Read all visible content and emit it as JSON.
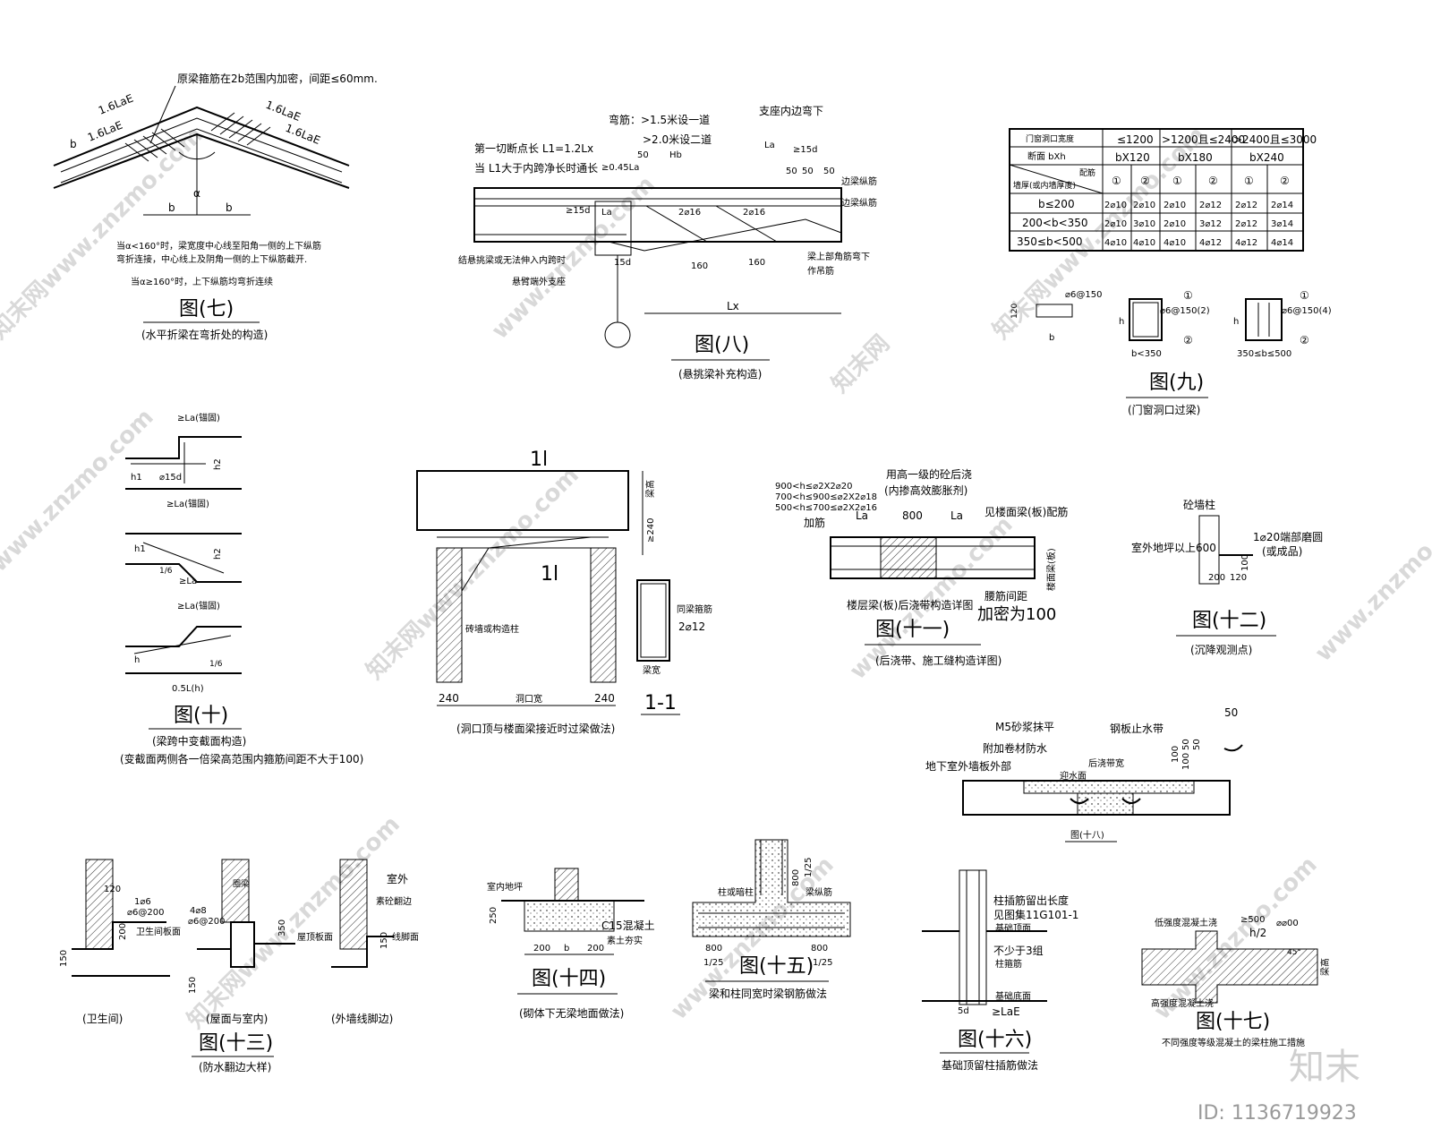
{
  "fig7": {
    "note_top": "原梁箍筋在2b范围内加密，间距≤60mm.",
    "dim_1": "1.6LaE",
    "dim_2": "1.6LaE",
    "dim_3": "1.6LaE",
    "dim_4": "1.6LaE",
    "b_left": "b",
    "b1": "b",
    "b2": "b",
    "alpha": "α",
    "note_1": "当α<160°时，梁宽度中心线至阳角一侧的上下纵筋",
    "note_2": "弯折连接，中心线上及阴角一侧的上下纵筋截开.",
    "note_3": "当α≥160°时，上下纵筋均弯折连续",
    "title": "图(七)",
    "caption": "(水平折梁在弯折处的构造)"
  },
  "fig8": {
    "t1": "弯筋：>1.5米设一道",
    "t2": ">2.0米设二道",
    "t3": "支座内边弯下",
    "t4": "第一切断点长 L1=1.2Lx",
    "t5": "当 L1大于内跨净长时通长",
    "t6": "≥0.45La",
    "t7": "50",
    "t8": "Hb",
    "t9": "La",
    "t10": "≥15d",
    "t11": "50",
    "t12": "50",
    "t13": "50",
    "t14": "边梁纵筋",
    "t15": "边梁纵筋",
    "t16": "2⌀16",
    "t17": "2⌀16",
    "t18": "结悬挑梁或无法伸入内跨时",
    "t19": "悬臂端外支座",
    "t20": "15d",
    "t21": "160",
    "t22": "160",
    "t23": "梁上部角筋弯下",
    "t24": "作吊筋",
    "t25": "Lx",
    "t26": "≥15d",
    "t27": "La",
    "title": "图(八)",
    "caption": "(悬挑梁补充构造)"
  },
  "fig9": {
    "h_c1": "门窗洞口宽度",
    "h_c2": "≤1200",
    "h_c3": ">1200且≤2400",
    "h_c4": ">2400且≤3000",
    "r1_c1": "断面 bXh",
    "r1_c2": "bX120",
    "r1_c3": "bX180",
    "r1_c4": "bX240",
    "r2_c1a": "墙厚(或内墙厚度)",
    "r2_c1b": "配筋",
    "r2_c2": "①",
    "r2_c3": "②",
    "r2_c4": "①",
    "r2_c5": "②",
    "r2_c6": "①",
    "r2_c7": "②",
    "r3_c1": "b≤200",
    "r3_c2": "2⌀10",
    "r3_c3": "2⌀10",
    "r3_c4": "2⌀10",
    "r3_c5": "2⌀12",
    "r3_c6": "2⌀12",
    "r3_c7": "2⌀14",
    "r4_c1": "200<b<350",
    "r4_c2": "2⌀10",
    "r4_c3": "3⌀10",
    "r4_c4": "2⌀10",
    "r4_c5": "3⌀12",
    "r4_c6": "2⌀12",
    "r4_c7": "3⌀14",
    "r5_c1": "350≤b<500",
    "r5_c2": "4⌀10",
    "r5_c3": "4⌀10",
    "r5_c4": "4⌀10",
    "r5_c5": "4⌀12",
    "r5_c6": "4⌀12",
    "r5_c7": "4⌀14",
    "s1_a": "⌀6@150",
    "s1_b": "120",
    "s1_c": "b",
    "s2_a": "⌀6@150(2)",
    "s2_b": "h",
    "s2_c": "b<350",
    "s2_n1": "①",
    "s2_n2": "②",
    "s3_a": "⌀6@150(4)",
    "s3_b": "h",
    "s3_c": "350≤b≤500",
    "s3_n1": "①",
    "s3_n2": "②",
    "title": "图(九)",
    "caption": "(门窗洞口过梁)"
  },
  "fig10": {
    "a1": "≥La(锚固)",
    "a2": "h1",
    "a3": "⌀15d",
    "a4": "h2",
    "a5": "≥La(锚固)",
    "b1": "h1",
    "b2": "h2",
    "b3": "≥La",
    "b4": "1/6",
    "c1": "≥La(锚固)",
    "c2": "h",
    "c3": "0.5L(h)",
    "c4": "1/6",
    "title": "图(十)",
    "caption1": "(梁跨中变截面构造)",
    "caption2": "(变截面两侧各一倍梁高范围内箍筋间距不大于100)"
  },
  "figLintel": {
    "l1": "1l",
    "l2": "1l",
    "l3": "梁高",
    "l4": "≥240",
    "l5": "砖墙或构造柱",
    "l6": "同梁箍筋",
    "l7": "2⌀12",
    "l8": "梁宽",
    "l9": "240",
    "l10": "洞口宽",
    "l11": "240",
    "sec": "1-1",
    "caption": "(洞口顶与楼面梁接近时过梁做法)"
  },
  "fig11": {
    "t1": "900<h≤⌀2X2⌀20",
    "t2": "700<h≤900≤⌀2X2⌀18",
    "t3": "500<h≤700≤⌀2X2⌀16",
    "t4": "加筋",
    "t5": "用高一级的砼后浇",
    "t6": "(内掺高效膨胀剂)",
    "t7": "La",
    "t8": "800",
    "t9": "La",
    "t10": "见楼面梁(板)配筋",
    "t11": "楼面梁(板)",
    "t12": "楼层梁(板)后浇带构造详图",
    "t13": "腰筋间距",
    "t14": "加密为100",
    "title": "图(十一)",
    "caption": "(后浇带、施工缝构造详图)"
  },
  "fig12": {
    "t1": "砼墙柱",
    "t2": "1⌀20端部磨圆",
    "t3": "(或成品)",
    "t4": "室外地坪以上600",
    "t5": "200",
    "t6": "120",
    "t7": "100",
    "title": "图(十二)",
    "caption": "(沉降观测点)"
  },
  "fig18": {
    "t1": "M5砂浆抹平",
    "t2": "钢板止水带",
    "t3": "附加卷材防水",
    "t4": "地下室外墙板外部",
    "t5": "迎水面",
    "t6": "后浇带宽",
    "t7": "50",
    "t8": "100",
    "t9": "50",
    "t10": "50",
    "t11": "100",
    "title": "图(十八)"
  },
  "fig13": {
    "a1": "120",
    "a2": "1⌀6",
    "a3": "⌀6@200",
    "a4": "200",
    "a5": "卫生间板面",
    "a6": "150",
    "a7": "(卫生间)",
    "b1": "4⌀8",
    "b2": "⌀6@200",
    "b3": "圈梁",
    "b4": "350",
    "b5": "屋顶板面",
    "b6": "150",
    "b7": "(屋面与室内)",
    "c1": "室外",
    "c2": "素砼翻边",
    "c3": "150",
    "c4": "线脚面",
    "c5": "(外墙线脚边)",
    "title": "图(十三)",
    "caption": "(防水翻边大样)"
  },
  "fig14": {
    "t1": "室内地坪",
    "t2": "250",
    "t3": "C15混凝土",
    "t4": "素土夯实",
    "t5": "200",
    "t6": "b",
    "t7": "200",
    "title": "图(十四)",
    "caption": "(砌体下无梁地面做法)"
  },
  "fig15": {
    "t1": "800",
    "t2": "1/25",
    "t3": "柱或暗柱",
    "t4": "梁纵筋",
    "t5": "800",
    "t6": "1/25",
    "t7": "800",
    "t8": "1/25",
    "title": "图(十五)",
    "caption": "梁和柱同宽时梁钢筋做法"
  },
  "fig16": {
    "t1": "柱插筋留出长度",
    "t2": "见图集11G101-1",
    "t3": "基础顶面",
    "t4": "不少于3组",
    "t5": "柱箍筋",
    "t6": "基础底面",
    "t7": "≥LaE",
    "t8": "5d",
    "title": "图(十六)",
    "caption": "基础顶留柱插筋做法"
  },
  "fig17": {
    "t1": "低强度混凝土浇",
    "t2": "≥500",
    "t3": "h/2",
    "t4": "⌀⌀00",
    "t5": "45°",
    "t6": "梁高",
    "t7": "高强度混凝土浇",
    "caption": "不同强度等级混凝土的梁柱施工措施",
    "title": "图(十七)"
  },
  "watermark": {
    "w1": "知末网www.znzmo.com",
    "w2": "www.znzmo.com",
    "w3": "知末网www.znzmo.com",
    "w4": "www.znzmo.com",
    "w5": "知末网www.znzmo.com",
    "w6": "www.znzmo.com",
    "w7": "www.znzmo.com",
    "w8": "知末网",
    "w9": "知末网www.znzmo.com",
    "w10": "www.znzmo.com",
    "w11": "www.znzmo.com",
    "logo": "知末",
    "id": "ID: 1136719923"
  }
}
